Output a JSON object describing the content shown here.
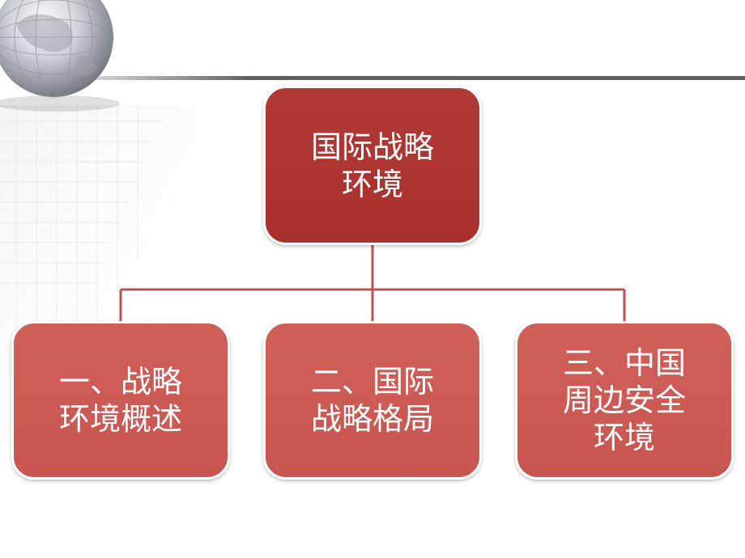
{
  "diagram": {
    "root": {
      "lines": [
        "国际战略",
        "环境"
      ]
    },
    "children": [
      {
        "lines": [
          "一、战略",
          "环境概述"
        ]
      },
      {
        "lines": [
          "二、国际",
          "战略格局"
        ]
      },
      {
        "lines": [
          "三、中国",
          "周边安全",
          "环境"
        ]
      }
    ]
  },
  "colors": {
    "root_fill": "#ad3431",
    "child_fill": "#cc5a55",
    "connector": "#c0504d",
    "header_rule": "#6b6b6b"
  },
  "icons": {
    "corner_decoration": "globe-icon"
  }
}
